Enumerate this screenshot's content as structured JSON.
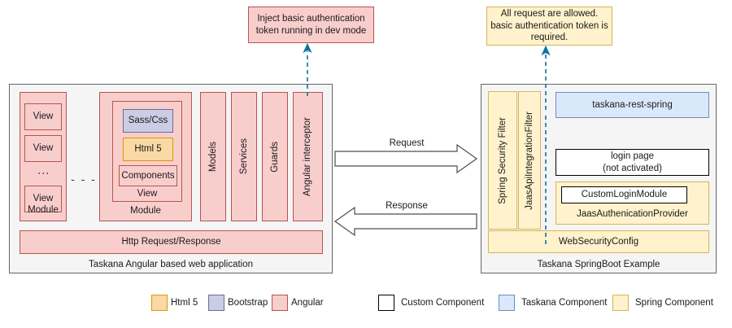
{
  "callouts": {
    "left": "Inject basic authentication token running in dev mode",
    "right": "All request are allowed. basic authentication token is required."
  },
  "client_panel": {
    "caption": "Taskana Angular based web application",
    "module_left": {
      "label": "Module",
      "views": [
        "View",
        "View",
        "View"
      ],
      "vertical_ellipsis": "⋮"
    },
    "between_modules_ellipsis": "- - -",
    "module_right": {
      "label": "Module",
      "view_label": "View",
      "blocks": [
        {
          "label": "Sass/Css",
          "style": "bootstrap"
        },
        {
          "label": "Html 5",
          "style": "html5"
        },
        {
          "label": "Components",
          "style": "angular"
        }
      ]
    },
    "columns": [
      "Models",
      "Services",
      "Guards",
      "Angular interceptor"
    ],
    "http_bar": "Http Request/Response"
  },
  "flows": {
    "request": "Request",
    "response": "Response"
  },
  "server_panel": {
    "caption": "Taskana SpringBoot Example",
    "filters": [
      "Spring Security Filter",
      "JaasApiIntegrationFilter"
    ],
    "rest": "taskana-rest-spring",
    "login_page": "login page\n(not activated)",
    "login_page_line1": "login page",
    "login_page_line2": "(not activated)",
    "auth_provider": {
      "inner": "CustomLoginModule",
      "label": "JaasAuthenicationProvider"
    },
    "web_security_config": "WebSecurityConfig"
  },
  "legend": {
    "items": [
      {
        "label": "Html 5",
        "style": "html5"
      },
      {
        "label": "Bootstrap",
        "style": "bootstrap"
      },
      {
        "label": "Angular",
        "style": "angular"
      },
      {
        "label": "Custom Component",
        "style": "custom"
      },
      {
        "label": "Taskana Component",
        "style": "taskana"
      },
      {
        "label": "Spring Component",
        "style": "spring"
      }
    ]
  },
  "colors": {
    "angular_fill": "#F8CECC",
    "angular_stroke": "#B85450",
    "html5_fill": "#FAD9A5",
    "html5_stroke": "#D79B00",
    "bootstrap_fill": "#CCCCE5",
    "bootstrap_stroke": "#6C6C9C",
    "spring_fill": "#FFF2CC",
    "spring_stroke": "#D6B656",
    "taskana_fill": "#DAE8FC",
    "taskana_stroke": "#6C8EBF",
    "custom_fill": "#FFFFFF",
    "custom_stroke": "#000000",
    "panel_fill": "#F5F5F5",
    "panel_stroke": "#666666",
    "connector": "#10739E"
  }
}
